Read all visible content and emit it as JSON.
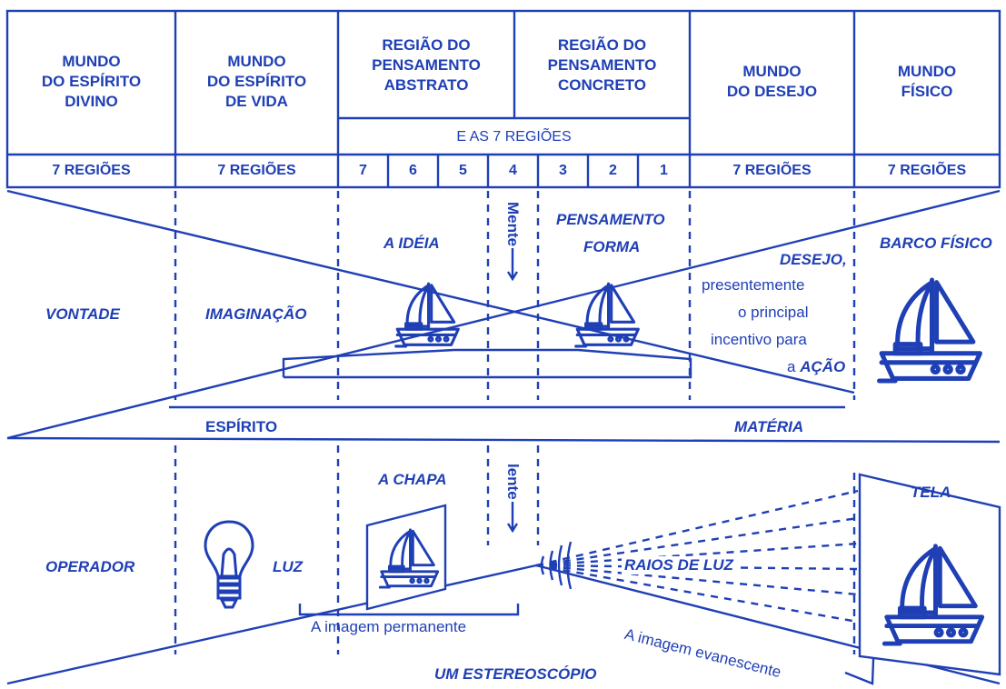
{
  "table": {
    "headers": [
      "MUNDO\nDO ESPÍRITO\nDIVINO",
      "MUNDO\nDO ESPÍRITO\nDE VIDA",
      "REGIÃO DO\nPENSAMENTO\nABSTRATO",
      "REGIÃO DO\nPENSAMENTO\nCONCRETO",
      "MUNDO\nDO DESEJO",
      "MUNDO\nFÍSICO"
    ],
    "subheader": "E AS 7 REGIÕES",
    "regions": [
      "7 REGIÕES",
      "7 REGIÕES",
      "7",
      "6",
      "5",
      "4",
      "3",
      "2",
      "1",
      "7 REGIÕES",
      "7 REGIÕES"
    ]
  },
  "upper": {
    "vontade": "VONTADE",
    "imaginacao": "IMAGINAÇÃO",
    "a_ideia": "A IDÉIA",
    "mente": "Mente",
    "pensamento_forma_1": "PENSAMENTO",
    "pensamento_forma_2": "FORMA",
    "desejo_1": "DESEJO,",
    "desejo_2": "presentemente",
    "desejo_3": "o principal",
    "desejo_4": "incentivo para",
    "desejo_5_prefix": "a ",
    "desejo_5_acao": "AÇÃO",
    "barco_fisico": "BARCO FÍSICO",
    "espirito": "ESPÍRITO",
    "materia": "MATÉRIA"
  },
  "lower": {
    "operador": "OPERADOR",
    "luz": "LUZ",
    "a_chapa": "A CHAPA",
    "lente": "lente",
    "raios_de_luz": "RAIOS DE LUZ",
    "tela": "TELA",
    "imagem_permanente": "A imagem permanente",
    "imagem_evanescente": "A imagem evanescente",
    "estereoscopio": "UM ESTEREOSCÓPIO"
  },
  "colors": {
    "ink": "#1f3fb5",
    "background": "#ffffff"
  },
  "icons": [
    "sailboat-icon",
    "light-bulb-icon",
    "arrow-down-icon"
  ]
}
